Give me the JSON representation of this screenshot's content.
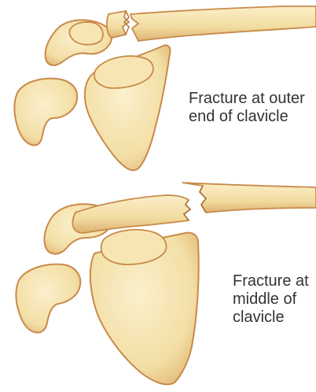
{
  "figure": {
    "top_caption": {
      "line1": "Fracture at outer",
      "line2": "end of clavicle"
    },
    "bottom_caption": {
      "line1": "Fracture at",
      "line2": "middle of",
      "line3": "clavicle"
    }
  },
  "colors": {
    "bone_fill": "#f3dfa6",
    "bone_light": "#fbf0cc",
    "bone_outline": "#c98a4a",
    "bone_shadow": "#e2b978",
    "text": "#333333",
    "background": "#ffffff"
  }
}
